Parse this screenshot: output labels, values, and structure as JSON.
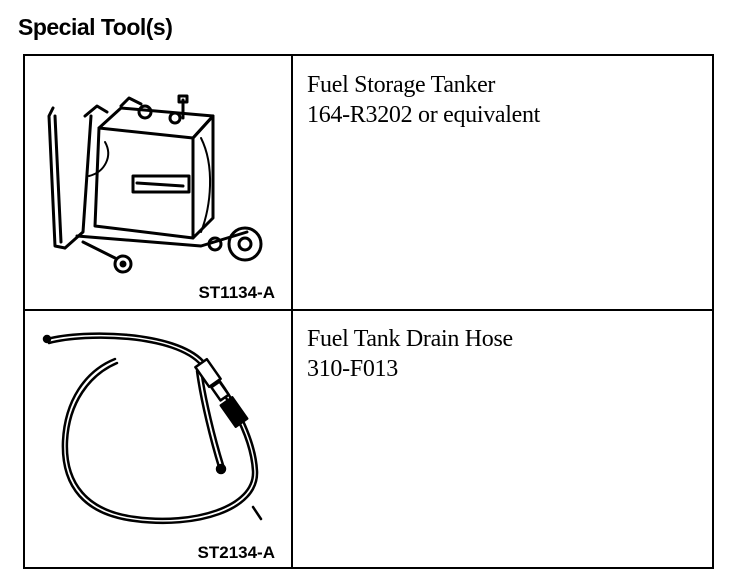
{
  "title": "Special Tool(s)",
  "tools": [
    {
      "name": "Fuel Storage Tanker",
      "part_number": "164-R3202 or equivalent",
      "figure_code": "ST1134-A",
      "icon": "fuel-storage-tanker-icon"
    },
    {
      "name": "Fuel Tank Drain Hose",
      "part_number": "310-F013",
      "figure_code": "ST2134-A",
      "icon": "fuel-drain-hose-icon"
    }
  ]
}
